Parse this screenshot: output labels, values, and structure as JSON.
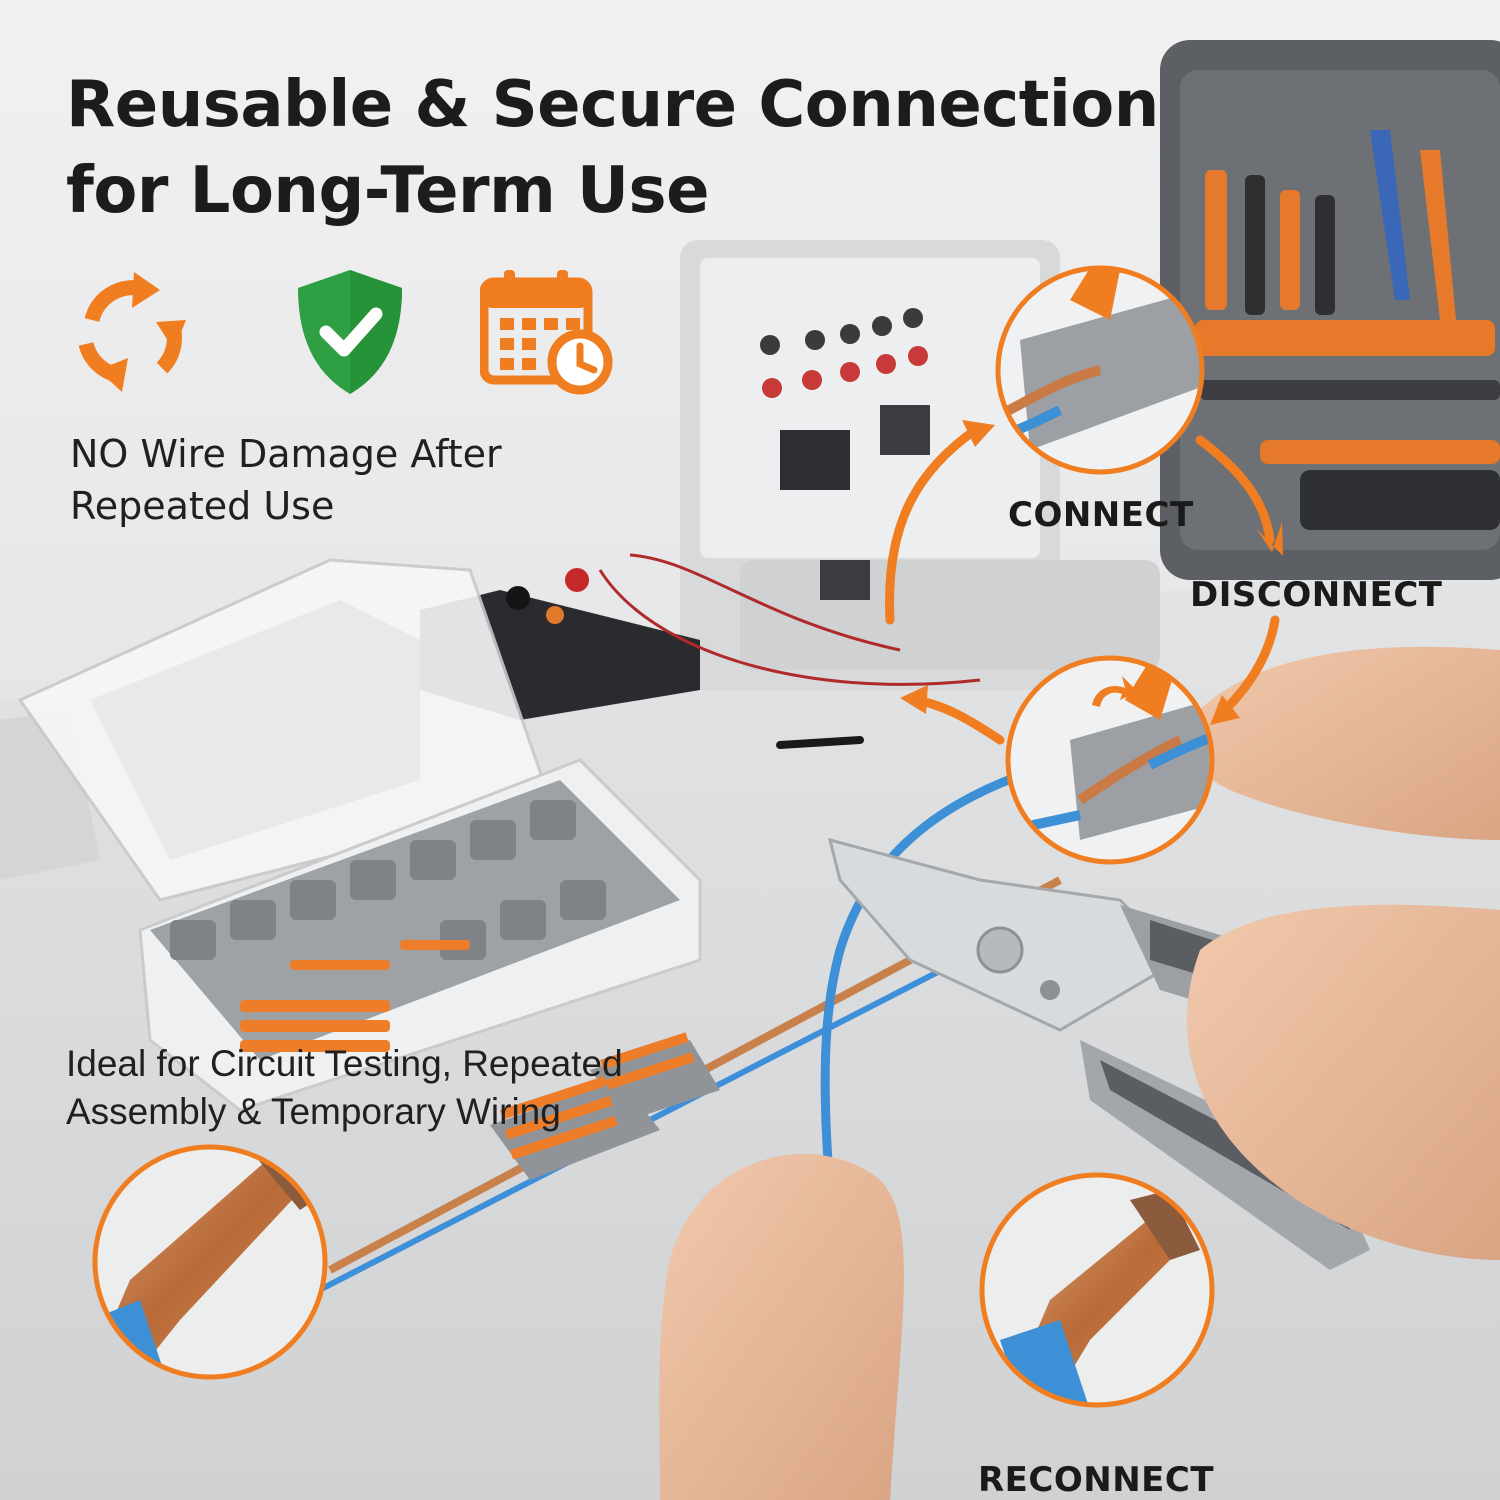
{
  "headline": {
    "line1": "Reusable & Secure Connection",
    "line2": "for Long-Term Use"
  },
  "feature": {
    "line1": "NO Wire Damage After",
    "line2": "Repeated Use"
  },
  "icons": [
    "recycle-arrows-icon",
    "shield-check-icon",
    "calendar-clock-icon"
  ],
  "cycle": {
    "connect": "CONNECT",
    "disconnect": "DISCONNECT",
    "reconnect": "RECONNECT"
  },
  "usage": {
    "line1": "Ideal for Circuit Testing, Repeated",
    "line2": "Assembly & Temporary Wiring"
  },
  "colors": {
    "accent_orange": "#f07d1f",
    "shield_green": "#2ea043",
    "connector_gray": "#9a9c9e",
    "copper": "#c97a45",
    "wire_blue": "#3d8fd6"
  }
}
